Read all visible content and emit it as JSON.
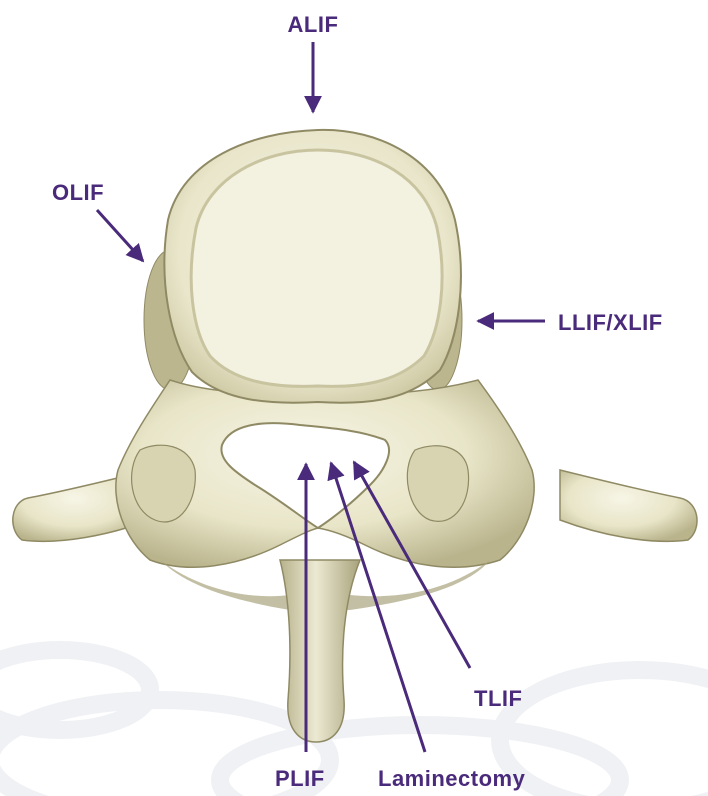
{
  "diagram": {
    "labels": {
      "alif": "ALIF",
      "olif": "OLIF",
      "llif_xlif": "LLIF/XLIF",
      "tlif": "TLIF",
      "plif": "PLIF",
      "laminectomy": "Laminectomy"
    },
    "colors": {
      "accent": "#4a2a7a",
      "bone_light": "#f2f0dd",
      "bone_mid": "#dedbb8",
      "bone_shadow": "#a9a47d",
      "background_pattern": "#eef0f3"
    }
  }
}
